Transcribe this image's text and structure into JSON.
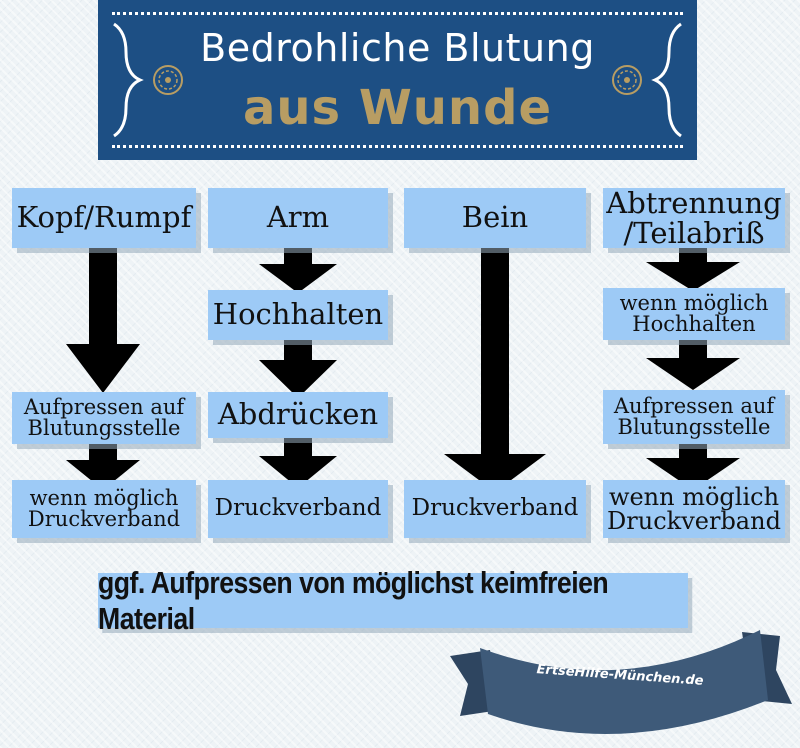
{
  "title": {
    "line1": "Bedrohliche Blutung",
    "line2": "aus Wunde"
  },
  "colors": {
    "banner": "#1d4f84",
    "accent_gold": "#b89d63",
    "box": "#9dcaf6",
    "ribbon": "#3e5a79",
    "arrow": "#000000"
  },
  "columns": {
    "kopf": {
      "header": "Kopf/Rumpf",
      "step1": [
        "Aufpressen auf",
        "Blutungsstelle"
      ],
      "step2": [
        "wenn möglich",
        "Druckverband"
      ]
    },
    "arm": {
      "header": "Arm",
      "step1": "Hochhalten",
      "step2": "Abdrücken",
      "step3": "Druckverband"
    },
    "bein": {
      "header": "Bein",
      "step1": "Druckverband"
    },
    "abtrennung": {
      "header": [
        "Abtrennung",
        "/Teilabriß"
      ],
      "step1": [
        "wenn möglich",
        "Hochhalten"
      ],
      "step2": [
        "Aufpressen auf",
        "Blutungsstelle"
      ],
      "step3": [
        "wenn möglich",
        "Druckverband"
      ]
    }
  },
  "note": "ggf. Aufpressen von möglichst keimfreien Material",
  "ribbon": "ErtseHilfe-München.de"
}
